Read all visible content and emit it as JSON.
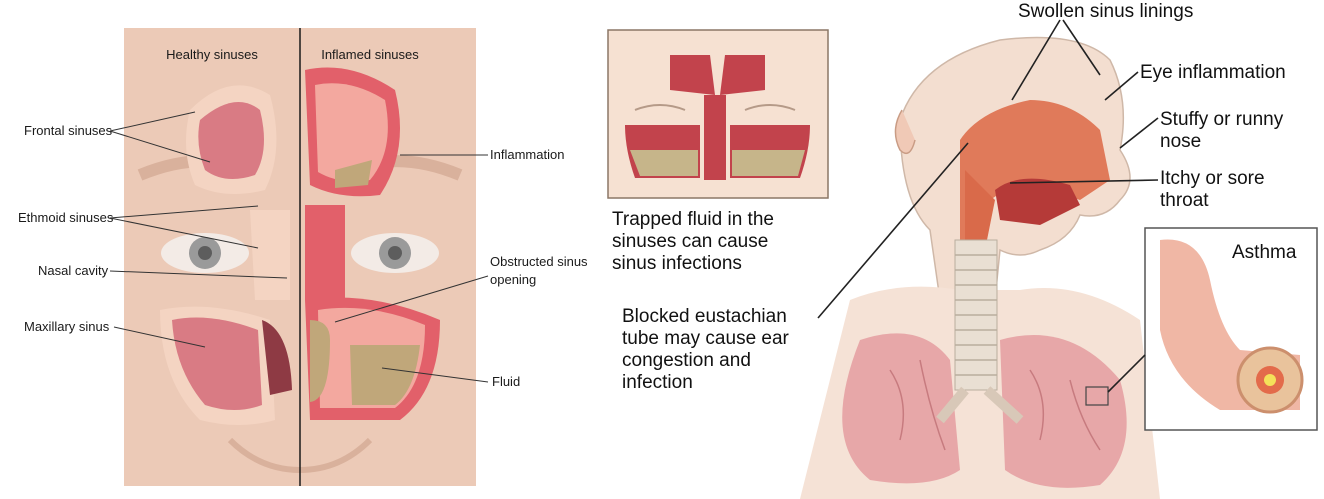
{
  "left_figure": {
    "header_left": "Healthy sinuses",
    "header_right": "Inflamed sinuses",
    "labels": {
      "frontal": "Frontal sinuses",
      "ethmoid": "Ethmoid sinuses",
      "nasal_cavity": "Nasal cavity",
      "maxillary": "Maxillary sinus",
      "inflammation": "Inflammation",
      "obstructed_line1": "Obstructed sinus",
      "obstructed_line2": "opening",
      "fluid": "Fluid"
    }
  },
  "right_figure": {
    "top_cut_label": "Swollen sinus linings",
    "eye": "Eye inflammation",
    "stuffy_line1": "Stuffy or runny",
    "stuffy_line2": "nose",
    "throat_line1": "Itchy or sore",
    "throat_line2": "throat",
    "asthma": "Asthma",
    "trapped_line1": "Trapped fluid in the",
    "trapped_line2": "sinuses can cause",
    "trapped_line3": "sinus infections",
    "blocked_line1": "Blocked eustachian",
    "blocked_line2": "tube may cause ear",
    "blocked_line3": "congestion and",
    "blocked_line4": "infection"
  }
}
